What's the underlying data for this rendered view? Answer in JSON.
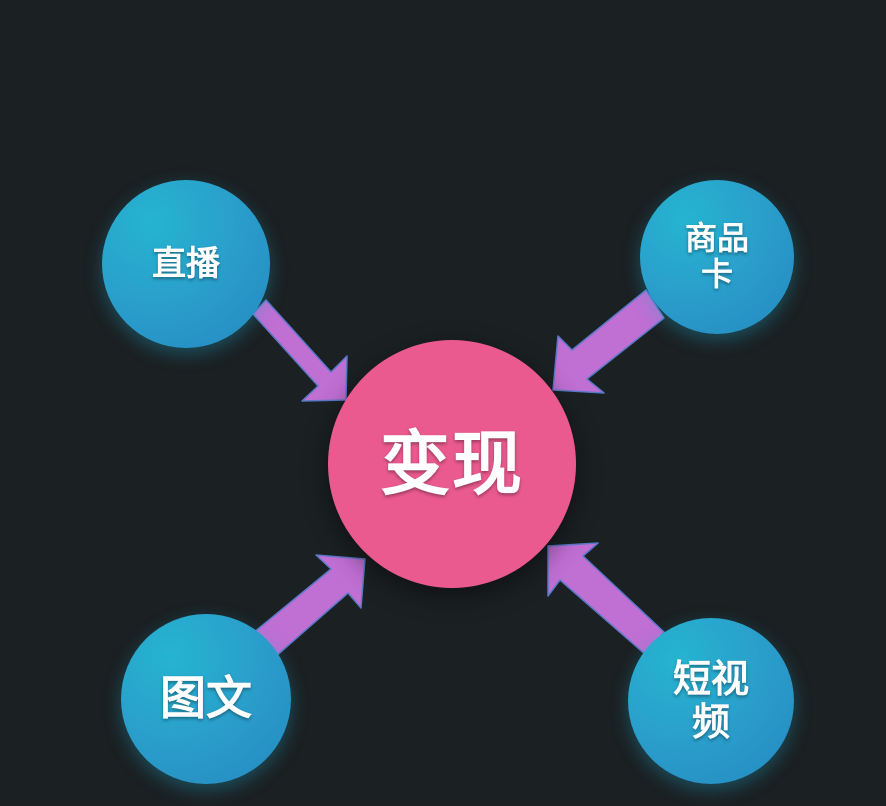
{
  "diagram": {
    "center": {
      "label": "变现",
      "color": "#ea5a8e"
    },
    "nodes": [
      {
        "id": "live",
        "label": "直播"
      },
      {
        "id": "product-card",
        "label": "商品卡"
      },
      {
        "id": "image-text",
        "label": "图文"
      },
      {
        "id": "short-video",
        "label": "短视频"
      }
    ],
    "arrow_color": "#c06fd3",
    "node_gradient": [
      "#25b4d0",
      "#2588c0"
    ],
    "background": "#1b2022"
  }
}
